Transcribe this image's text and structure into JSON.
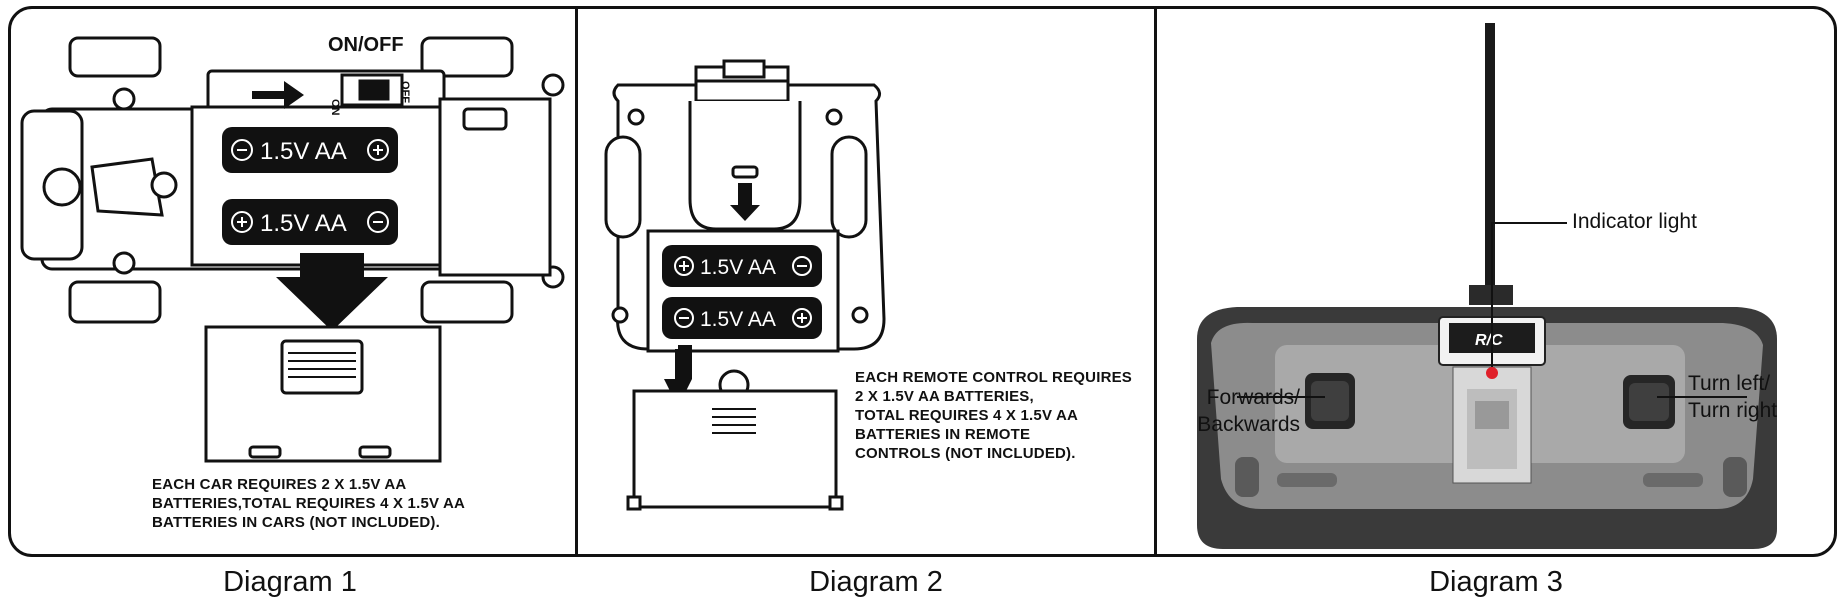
{
  "diagram1": {
    "caption": "Diagram 1",
    "switch_label": "ON/OFF",
    "switch_on": "ON",
    "switch_off": "OFF",
    "battery_top": "1.5V  AA",
    "battery_bottom": "1.5V  AA",
    "note_lines": [
      "EACH CAR REQUIRES 2 X 1.5V AA",
      "BATTERIES,TOTAL REQUIRES 4 X 1.5V AA",
      "BATTERIES IN CARS (NOT INCLUDED)."
    ]
  },
  "diagram2": {
    "caption": "Diagram 2",
    "battery_top": "1.5V  AA",
    "battery_bottom": "1.5V  AA",
    "note_lines": [
      "EACH REMOTE CONTROL REQUIRES",
      "2 X 1.5V AA BATTERIES,",
      "TOTAL REQUIRES 4 X 1.5V AA",
      "BATTERIES IN REMOTE",
      "CONTROLS (NOT INCLUDED)."
    ]
  },
  "diagram3": {
    "caption": "Diagram 3",
    "indicator_label": "Indicator light",
    "forwards_lines": [
      "Forwards/",
      "Backwards"
    ],
    "turn_lines": [
      "Turn left/",
      "Turn right"
    ],
    "logo_text": "R/C"
  },
  "colors": {
    "line": "#111111",
    "battery": "#111111",
    "indicator_light": "#e0202a"
  }
}
